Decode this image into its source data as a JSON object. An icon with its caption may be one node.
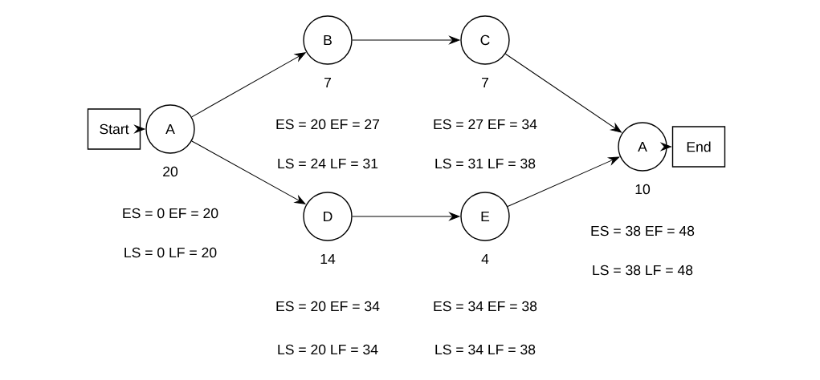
{
  "diagram": {
    "nodes": [
      {
        "text": [
          "Start"
        ]
      },
      {
        "text": [
          "A"
        ],
        "beside": [
          "20",
          "ES = 0 EF = 20",
          "LS = 0 LF = 20"
        ]
      },
      {
        "text": [
          "B"
        ],
        "beside": [
          "7",
          "ES = 20 EF = 27",
          "LS = 24 LF = 31"
        ]
      },
      {
        "text": [
          "C"
        ],
        "beside": [
          "7",
          "ES = 27 EF = 34",
          "LS = 31 LF = 38"
        ]
      },
      {
        "text": [
          "D"
        ],
        "beside": [
          "14",
          "ES = 20 EF = 34",
          "LS = 20 LF = 34"
        ]
      },
      {
        "text": [
          "E"
        ],
        "beside": [
          "4",
          "ES = 34 EF = 38",
          "LS = 34 LF = 38"
        ]
      },
      {
        "text": [
          "A"
        ],
        "beside": [
          "10",
          "ES = 38 EF = 48",
          "LS = 38 LF = 48"
        ]
      },
      {
        "text": [
          "End"
        ]
      }
    ],
    "edges": [
      {
        "from": 0,
        "to": 1,
        "arrow": "to"
      },
      {
        "from": 1,
        "to": 2,
        "arrow": "to"
      },
      {
        "from": 1,
        "to": 4,
        "arrow": "to"
      },
      {
        "from": 2,
        "to": 3,
        "arrow": "to"
      },
      {
        "from": 4,
        "to": 5,
        "arrow": "to"
      },
      {
        "from": 3,
        "to": 6,
        "arrow": "to"
      },
      {
        "from": 5,
        "to": 6,
        "arrow": "to"
      },
      {
        "from": 6,
        "to": 7,
        "arrow": "to"
      }
    ]
  }
}
